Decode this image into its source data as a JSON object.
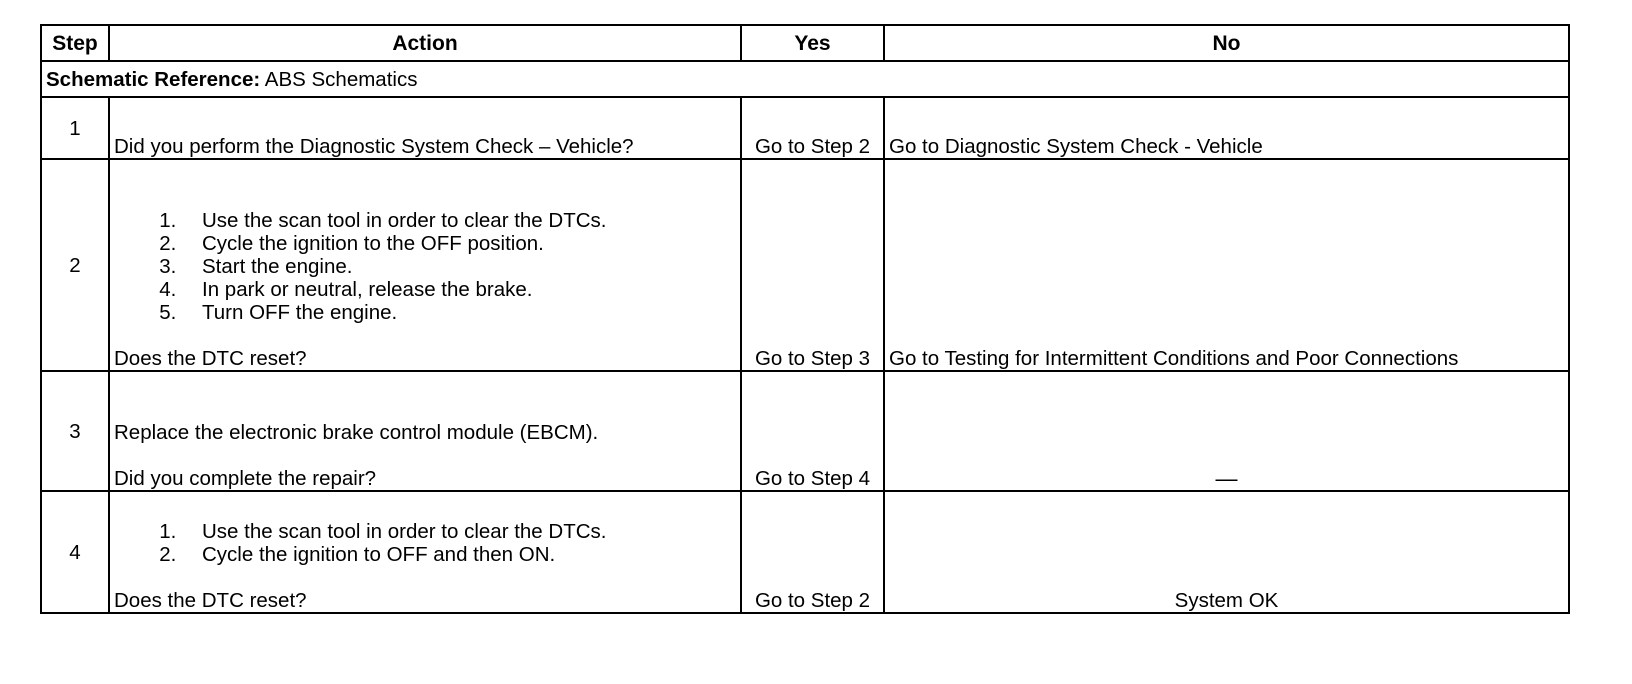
{
  "headers": {
    "step": "Step",
    "action": "Action",
    "yes": "Yes",
    "no": "No"
  },
  "schematic": {
    "label": "Schematic Reference:",
    "value": " ABS Schematics"
  },
  "rows": [
    {
      "step": "1",
      "question": "Did you perform the Diagnostic System Check – Vehicle?",
      "yes": "Go to Step 2",
      "no": "Go to Diagnostic System Check - Vehicle"
    },
    {
      "step": "2",
      "items": [
        "Use the scan tool in order to clear the DTCs.",
        "Cycle the ignition to the OFF position.",
        "Start the engine.",
        "In park or neutral, release the brake.",
        "Turn OFF the engine."
      ],
      "question": "Does the DTC reset?",
      "yes": "Go to Step 3",
      "no": "Go to Testing for Intermittent Conditions and Poor Connections"
    },
    {
      "step": "3",
      "instruction": "Replace the electronic brake control module (EBCM).",
      "question": "Did you complete the repair?",
      "yes": "Go to Step 4",
      "no": "—"
    },
    {
      "step": "4",
      "items": [
        "Use the scan tool in order to clear the DTCs.",
        "Cycle the ignition to OFF and then ON."
      ],
      "question": "Does the DTC reset?",
      "yes": "Go to Step 2",
      "no": "System OK"
    }
  ]
}
